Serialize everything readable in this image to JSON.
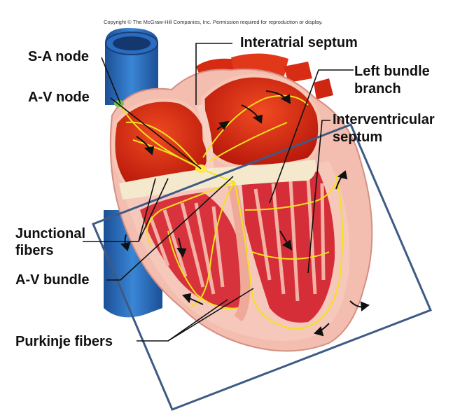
{
  "copyright": "Copyright © The McGraw-Hill Companies, Inc. Permission required for reproduction or display.",
  "labels": {
    "sa_node": "S-A node",
    "av_node": "A-V node",
    "interatrial_septum": "Interatrial septum",
    "left_bundle_branch_line1": "Left bundle",
    "left_bundle_branch_line2": "branch",
    "interventricular_septum_line1": "Interventricular",
    "interventricular_septum_line2": "septum",
    "junctional_fibers_line1": "Junctional",
    "junctional_fibers_line2": "fibers",
    "av_bundle": "A-V bundle",
    "purkinje_fibers": "Purkinje fibers"
  },
  "colors": {
    "vessel_blue": "#2a6fc0",
    "atrium_red": "#d9280f",
    "myocardium_pink": "#f2b7a8",
    "ventricle_red": "#c8303a",
    "conduction_yellow": "#f2e21c",
    "frame_blue": "#3d5a85"
  }
}
